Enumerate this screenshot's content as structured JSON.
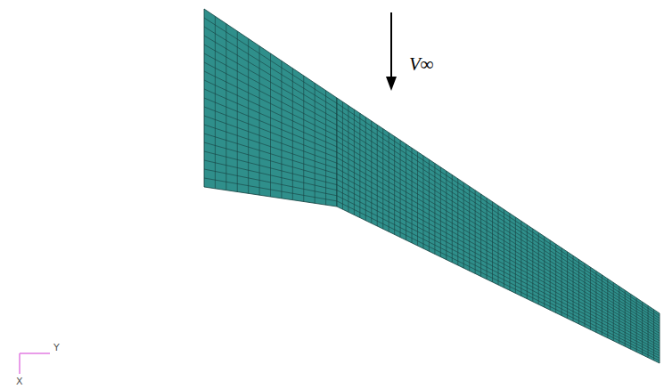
{
  "diagram": {
    "labels": [
      "V∞",
      "Y",
      "X"
    ]
  }
}
